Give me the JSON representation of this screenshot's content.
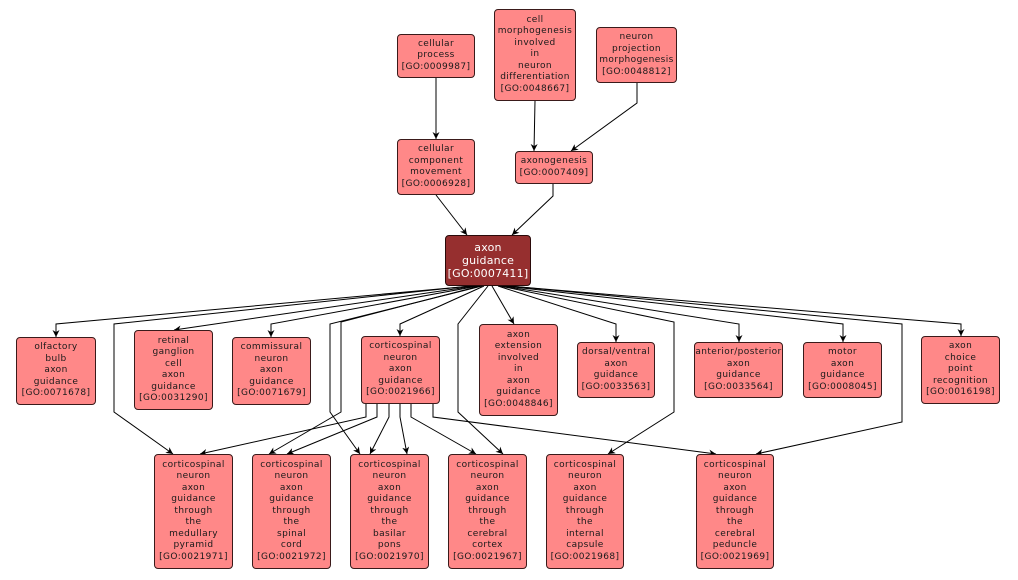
{
  "title": "GO term graph: axon guidance",
  "colors": {
    "node_fill": "#ff8888",
    "focus_fill": "#962f2f",
    "focus_text": "#ffffff",
    "edge": "#000000",
    "background": "#ffffff"
  },
  "nodes": [
    {
      "id": "GO:0009987",
      "lines": [
        "cellular",
        "process",
        "[GO:0009987]"
      ]
    },
    {
      "id": "GO:0048667",
      "lines": [
        "cell",
        "morphogenesis",
        "involved",
        "in",
        "neuron",
        "differentiation",
        "[GO:0048667]"
      ]
    },
    {
      "id": "GO:0048812",
      "lines": [
        "neuron",
        "projection",
        "morphogenesis",
        "[GO:0048812]"
      ]
    },
    {
      "id": "GO:0006928",
      "lines": [
        "cellular",
        "component",
        "movement",
        "[GO:0006928]"
      ]
    },
    {
      "id": "GO:0007409",
      "lines": [
        "axonogenesis",
        "[GO:0007409]"
      ]
    },
    {
      "id": "GO:0007411",
      "lines": [
        "axon",
        "guidance",
        "[GO:0007411]"
      ],
      "focus": true
    },
    {
      "id": "GO:0071678",
      "lines": [
        "olfactory",
        "bulb",
        "axon",
        "guidance",
        "[GO:0071678]"
      ]
    },
    {
      "id": "GO:0031290",
      "lines": [
        "retinal",
        "ganglion",
        "cell",
        "axon",
        "guidance",
        "[GO:0031290]"
      ]
    },
    {
      "id": "GO:0071679",
      "lines": [
        "commissural",
        "neuron",
        "axon",
        "guidance",
        "[GO:0071679]"
      ]
    },
    {
      "id": "GO:0021966",
      "lines": [
        "corticospinal",
        "neuron",
        "axon",
        "guidance",
        "[GO:0021966]"
      ]
    },
    {
      "id": "GO:0048846",
      "lines": [
        "axon",
        "extension",
        "involved",
        "in",
        "axon",
        "guidance",
        "[GO:0048846]"
      ]
    },
    {
      "id": "GO:0033563",
      "lines": [
        "dorsal/ventral",
        "axon",
        "guidance",
        "[GO:0033563]"
      ]
    },
    {
      "id": "GO:0033564",
      "lines": [
        "anterior/posterior",
        "axon",
        "guidance",
        "[GO:0033564]"
      ]
    },
    {
      "id": "GO:0008045",
      "lines": [
        "motor",
        "axon",
        "guidance",
        "[GO:0008045]"
      ]
    },
    {
      "id": "GO:0016198",
      "lines": [
        "axon",
        "choice",
        "point",
        "recognition",
        "[GO:0016198]"
      ]
    },
    {
      "id": "GO:0021971",
      "lines": [
        "corticospinal",
        "neuron",
        "axon",
        "guidance",
        "through",
        "the",
        "medullary",
        "pyramid",
        "[GO:0021971]"
      ]
    },
    {
      "id": "GO:0021972",
      "lines": [
        "corticospinal",
        "neuron",
        "axon",
        "guidance",
        "through",
        "the",
        "spinal",
        "cord",
        "[GO:0021972]"
      ]
    },
    {
      "id": "GO:0021970",
      "lines": [
        "corticospinal",
        "neuron",
        "axon",
        "guidance",
        "through",
        "the",
        "basilar",
        "pons",
        "[GO:0021970]"
      ]
    },
    {
      "id": "GO:0021967",
      "lines": [
        "corticospinal",
        "neuron",
        "axon",
        "guidance",
        "through",
        "the",
        "cerebral",
        "cortex",
        "[GO:0021967]"
      ]
    },
    {
      "id": "GO:0021968",
      "lines": [
        "corticospinal",
        "neuron",
        "axon",
        "guidance",
        "through",
        "the",
        "internal",
        "capsule",
        "[GO:0021968]"
      ]
    },
    {
      "id": "GO:0021969",
      "lines": [
        "corticospinal",
        "neuron",
        "axon",
        "guidance",
        "through",
        "the",
        "cerebral",
        "peduncle",
        "[GO:0021969]"
      ]
    }
  ],
  "edges": [
    {
      "from": "GO:0009987",
      "to": "GO:0006928"
    },
    {
      "from": "GO:0048667",
      "to": "GO:0007409"
    },
    {
      "from": "GO:0048812",
      "to": "GO:0007409"
    },
    {
      "from": "GO:0006928",
      "to": "GO:0007411"
    },
    {
      "from": "GO:0007409",
      "to": "GO:0007411"
    },
    {
      "from": "GO:0007411",
      "to": "GO:0071678"
    },
    {
      "from": "GO:0007411",
      "to": "GO:0031290"
    },
    {
      "from": "GO:0007411",
      "to": "GO:0071679"
    },
    {
      "from": "GO:0007411",
      "to": "GO:0021966"
    },
    {
      "from": "GO:0007411",
      "to": "GO:0048846"
    },
    {
      "from": "GO:0007411",
      "to": "GO:0033563"
    },
    {
      "from": "GO:0007411",
      "to": "GO:0033564"
    },
    {
      "from": "GO:0007411",
      "to": "GO:0008045"
    },
    {
      "from": "GO:0007411",
      "to": "GO:0016198"
    },
    {
      "from": "GO:0007411",
      "to": "GO:0021971"
    },
    {
      "from": "GO:0007411",
      "to": "GO:0021972"
    },
    {
      "from": "GO:0007411",
      "to": "GO:0021970"
    },
    {
      "from": "GO:0007411",
      "to": "GO:0021967"
    },
    {
      "from": "GO:0007411",
      "to": "GO:0021968"
    },
    {
      "from": "GO:0007411",
      "to": "GO:0021969"
    },
    {
      "from": "GO:0021966",
      "to": "GO:0021971"
    },
    {
      "from": "GO:0021966",
      "to": "GO:0021972"
    },
    {
      "from": "GO:0021966",
      "to": "GO:0021970"
    },
    {
      "from": "GO:0021966",
      "to": "GO:0021967"
    },
    {
      "from": "GO:0021966",
      "to": "GO:0021968"
    },
    {
      "from": "GO:0021966",
      "to": "GO:0021969"
    }
  ]
}
